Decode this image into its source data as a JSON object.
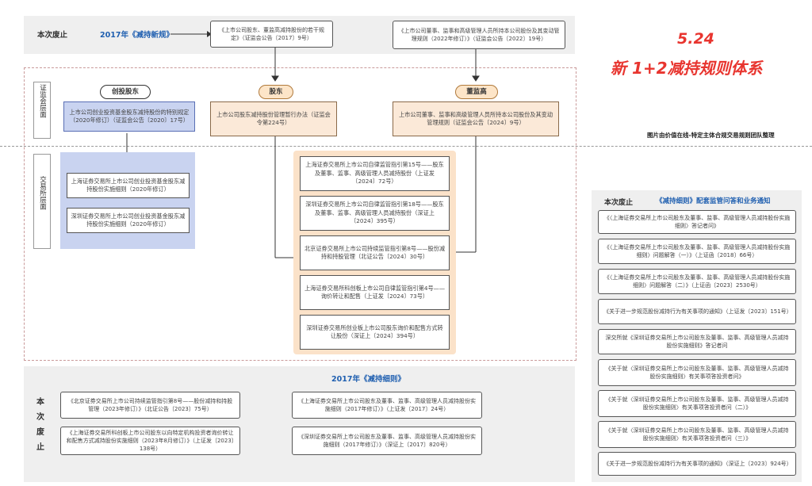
{
  "top": {
    "abolish_label": "本次废止",
    "rule2017": "2017年《减持新规》",
    "box1": "《上市公司股东、董监高减持股份的若干规定》（证监会公告〔2017〕9号）",
    "box2": "《上市公司董事、监事和高级管理人员所持本公司股份及其变动管理规则（2022年修订）》（证监会公告〔2022〕19号）"
  },
  "header": {
    "date": "5.24",
    "title": "新 1+2减持规则体系",
    "credit": "图片由价值在线-特定主体合规交易规则团队整理"
  },
  "csrc": {
    "side_label": "证监会层面",
    "pill_vc": "创投股东",
    "pill_sh": "股东",
    "pill_dsh": "董监高",
    "box_vc": "上市公司创业投资基金股东减持股份的特别规定（2020年修订）（证监会公告〔2020〕17号）",
    "box_sh": "上市公司股东减持股份管理暂行办法（证监会令第224号）",
    "box_dsh": "上市公司董事、监事和高级管理人员所持本公司股份及其变动管理规则（证监会公告〔2024〕9号）"
  },
  "exchange": {
    "side_label": "交易所层面",
    "vc_boxes": [
      "上海证券交易所上市公司创业投资基金股东减持股份实施细则（2020年修订）",
      "深圳证券交易所上市公司创业投资基金股东减持股份实施细则（2020年修订）"
    ],
    "center_boxes": [
      "上海证券交易所上市公司自律监管指引第15号——股东及董事、监事、高级管理人员减持股份（上证发〔2024〕72号）",
      "深圳证券交易所上市公司自律监管指引第18号——股东及董事、监事、高级管理人员减持股份（深证上〔2024〕395号）",
      "北京证券交易所上市公司持续监管指引第8号——股份减持和持股管理（北证公告〔2024〕30号）",
      "上海证券交易所科创板上市公司自律监管指引第4号——询价转让和配售（上证发〔2024〕73号）",
      "深圳证券交易所创业板上市公司股东询价和配售方式转让股份（深证上〔2024〕394号）"
    ]
  },
  "bottom": {
    "title": "2017年《减持细则》",
    "abolish_label": [
      "本",
      "次",
      "废",
      "止"
    ],
    "boxes": [
      "《北京证券交易所上市公司持续监管指引第8号——股份减持和持股管理（2023年修订）》（北证公告〔2023〕75号）",
      "《上海证券交易所上市公司股东及董事、监事、高级管理人员减持股份实施细则（2017年修订）》（上证发〔2017〕24号）",
      "《上海证券交易所科创板上市公司股东以向特定机构投资者询价转让和配售方式减持股份实施细则（2023年8月修订）》（上证发〔2023〕138号）",
      "《深圳证券交易所上市公司股东及董事、监事、高级管理人员减持股份实施细则（2017年修订）》（深证上〔2017〕820号）"
    ]
  },
  "right": {
    "abolish_label": "本次废止",
    "title": "《减持细则》配套监管问答和业务通知",
    "items": [
      "《〈上海证券交易所上市公司股东及董事、监事、高级管理人员减持股份实施细则〉答记者问》",
      "《〈上海证券交易所上市公司股东及董事、监事、高级管理人员减持股份实施细则〉问题解答（一）》（上证函〔2018〕66号）",
      "《〈上海证券交易所上市公司股东及董事、监事、高级管理人员减持股份实施细则〉问题解答（二）》（上证函〔2023〕2530号）",
      "《关于进一步规范股份减持行为有关事项的通知》（上证发〔2023〕151号）",
      "深交所就《深圳证券交易所上市公司股东及董事、监事、高级管理人员减持股份实施细则》答记者问",
      "《关于就〈深圳证券交易所上市公司股东及董事、监事、高级管理人员减持股份实施细则〉有关事项答投资者问》",
      "《关于就〈深圳证券交易所上市公司股东及董事、监事、高级管理人员减持股份实施细则〉有关事项答投资者问（二）》",
      "《关于就〈深圳证券交易所上市公司股东及董事、监事、高级管理人员减持股份实施细则〉有关事项答投资者问（三）》",
      "《关于进一步规范股份减持行为有关事项的通知》（深证上〔2023〕924号）"
    ]
  },
  "colors": {
    "accent_red": "#e8352f",
    "accent_blue": "#1f5fb0",
    "vc_blue": "#c9d3f0",
    "peach": "#fbe9d8"
  }
}
